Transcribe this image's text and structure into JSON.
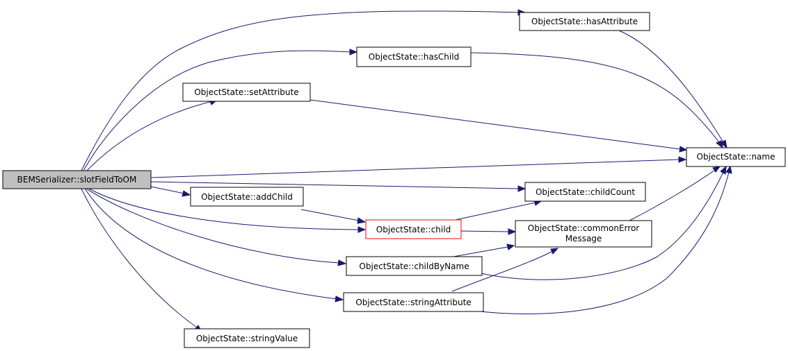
{
  "nodes": {
    "root": "BEMSerializer::slotFieldToOM",
    "hasAttribute": "ObjectState::hasAttribute",
    "hasChild": "ObjectState::hasChild",
    "setAttribute": "ObjectState::setAttribute",
    "name": "ObjectState::name",
    "addChild": "ObjectState::addChild",
    "childCount": "ObjectState::childCount",
    "child": "ObjectState::child",
    "commonErrorLine1": "ObjectState::commonError",
    "commonErrorLine2": "Message",
    "childByName": "ObjectState::childByName",
    "stringAttribute": "ObjectState::stringAttribute",
    "stringValue": "ObjectState::stringValue"
  },
  "colors": {
    "edge": "#191970",
    "root_fill": "#bfbfbf",
    "highlight_border": "#ff0000"
  },
  "edges": [
    [
      "root",
      "hasAttribute"
    ],
    [
      "root",
      "hasChild"
    ],
    [
      "root",
      "setAttribute"
    ],
    [
      "root",
      "name"
    ],
    [
      "root",
      "childCount"
    ],
    [
      "root",
      "addChild"
    ],
    [
      "root",
      "child"
    ],
    [
      "root",
      "childByName"
    ],
    [
      "root",
      "stringAttribute"
    ],
    [
      "root",
      "stringValue"
    ],
    [
      "hasAttribute",
      "name"
    ],
    [
      "hasChild",
      "name"
    ],
    [
      "setAttribute",
      "name"
    ],
    [
      "addChild",
      "child"
    ],
    [
      "child",
      "childCount"
    ],
    [
      "child",
      "commonErrorMessage"
    ],
    [
      "commonErrorMessage",
      "name"
    ],
    [
      "childByName",
      "commonErrorMessage"
    ],
    [
      "childByName",
      "name"
    ],
    [
      "stringAttribute",
      "commonErrorMessage"
    ],
    [
      "stringAttribute",
      "name"
    ]
  ]
}
